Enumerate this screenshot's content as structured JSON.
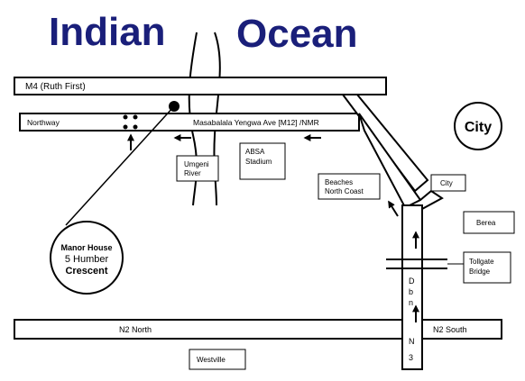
{
  "title": {
    "word1": "Indian",
    "word2": "Ocean"
  },
  "roads": {
    "m4": "M4 (Ruth First)",
    "northway": "Northway",
    "masabalala": "Masabalala Yengwa Ave [M12] /NMR",
    "n2_north": "N2 North",
    "n2_south": "N2 South",
    "dbn_n3": [
      "D",
      "b",
      "n",
      "N",
      "3"
    ]
  },
  "places": {
    "umgeni": [
      "Umgeni",
      "River"
    ],
    "absa": [
      "ABSA",
      "Stadium"
    ],
    "beaches": [
      "Beaches",
      "North Coast"
    ],
    "city_box": "City",
    "city_circle": "City",
    "berea": "Berea",
    "tollgate": [
      "Tollgate",
      "Bridge"
    ],
    "westville": "Westville"
  },
  "destination": {
    "line1": "Manor House",
    "line2": "5 Humber",
    "line3": "Crescent"
  },
  "colors": {
    "ocean_text": "#1a1f7a",
    "lines": "#000000",
    "background": "#ffffff"
  }
}
